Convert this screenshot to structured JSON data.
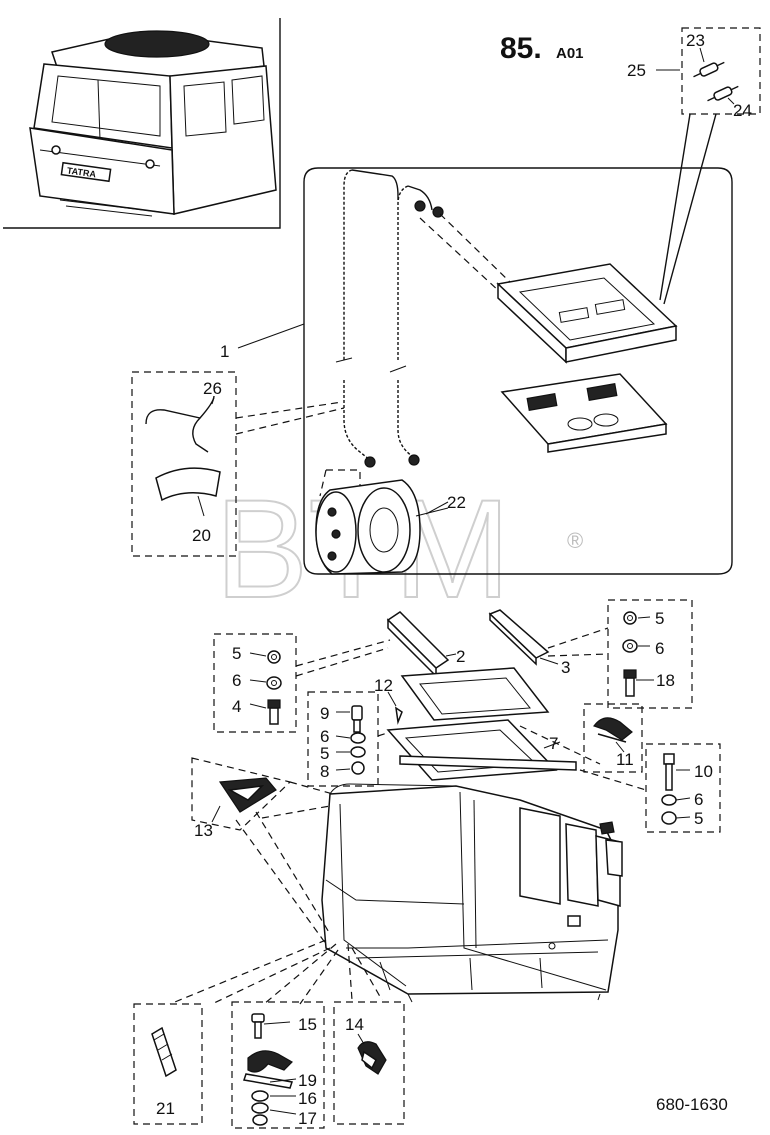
{
  "header": {
    "page_number": "85.",
    "page_suffix": "A01",
    "drawing_code": "680-1630"
  },
  "watermark": {
    "text": "BTM",
    "registered_mark": "®"
  },
  "callouts": {
    "p1": "1",
    "p2": "2",
    "p3": "3",
    "p4": "4",
    "p5a": "5",
    "p5b": "5",
    "p5c": "5",
    "p5d": "5",
    "p6a": "6",
    "p6b": "6",
    "p6c": "6",
    "p6d": "6",
    "p7": "7",
    "p8": "8",
    "p9": "9",
    "p10": "10",
    "p11": "11",
    "p12": "12",
    "p13": "13",
    "p14": "14",
    "p15": "15",
    "p16": "16",
    "p17": "17",
    "p18": "18",
    "p19": "19",
    "p20": "20",
    "p21": "21",
    "p22": "22",
    "p23": "23",
    "p24": "24",
    "p25": "25",
    "p26": "26"
  },
  "cab_badge": "TATRA"
}
